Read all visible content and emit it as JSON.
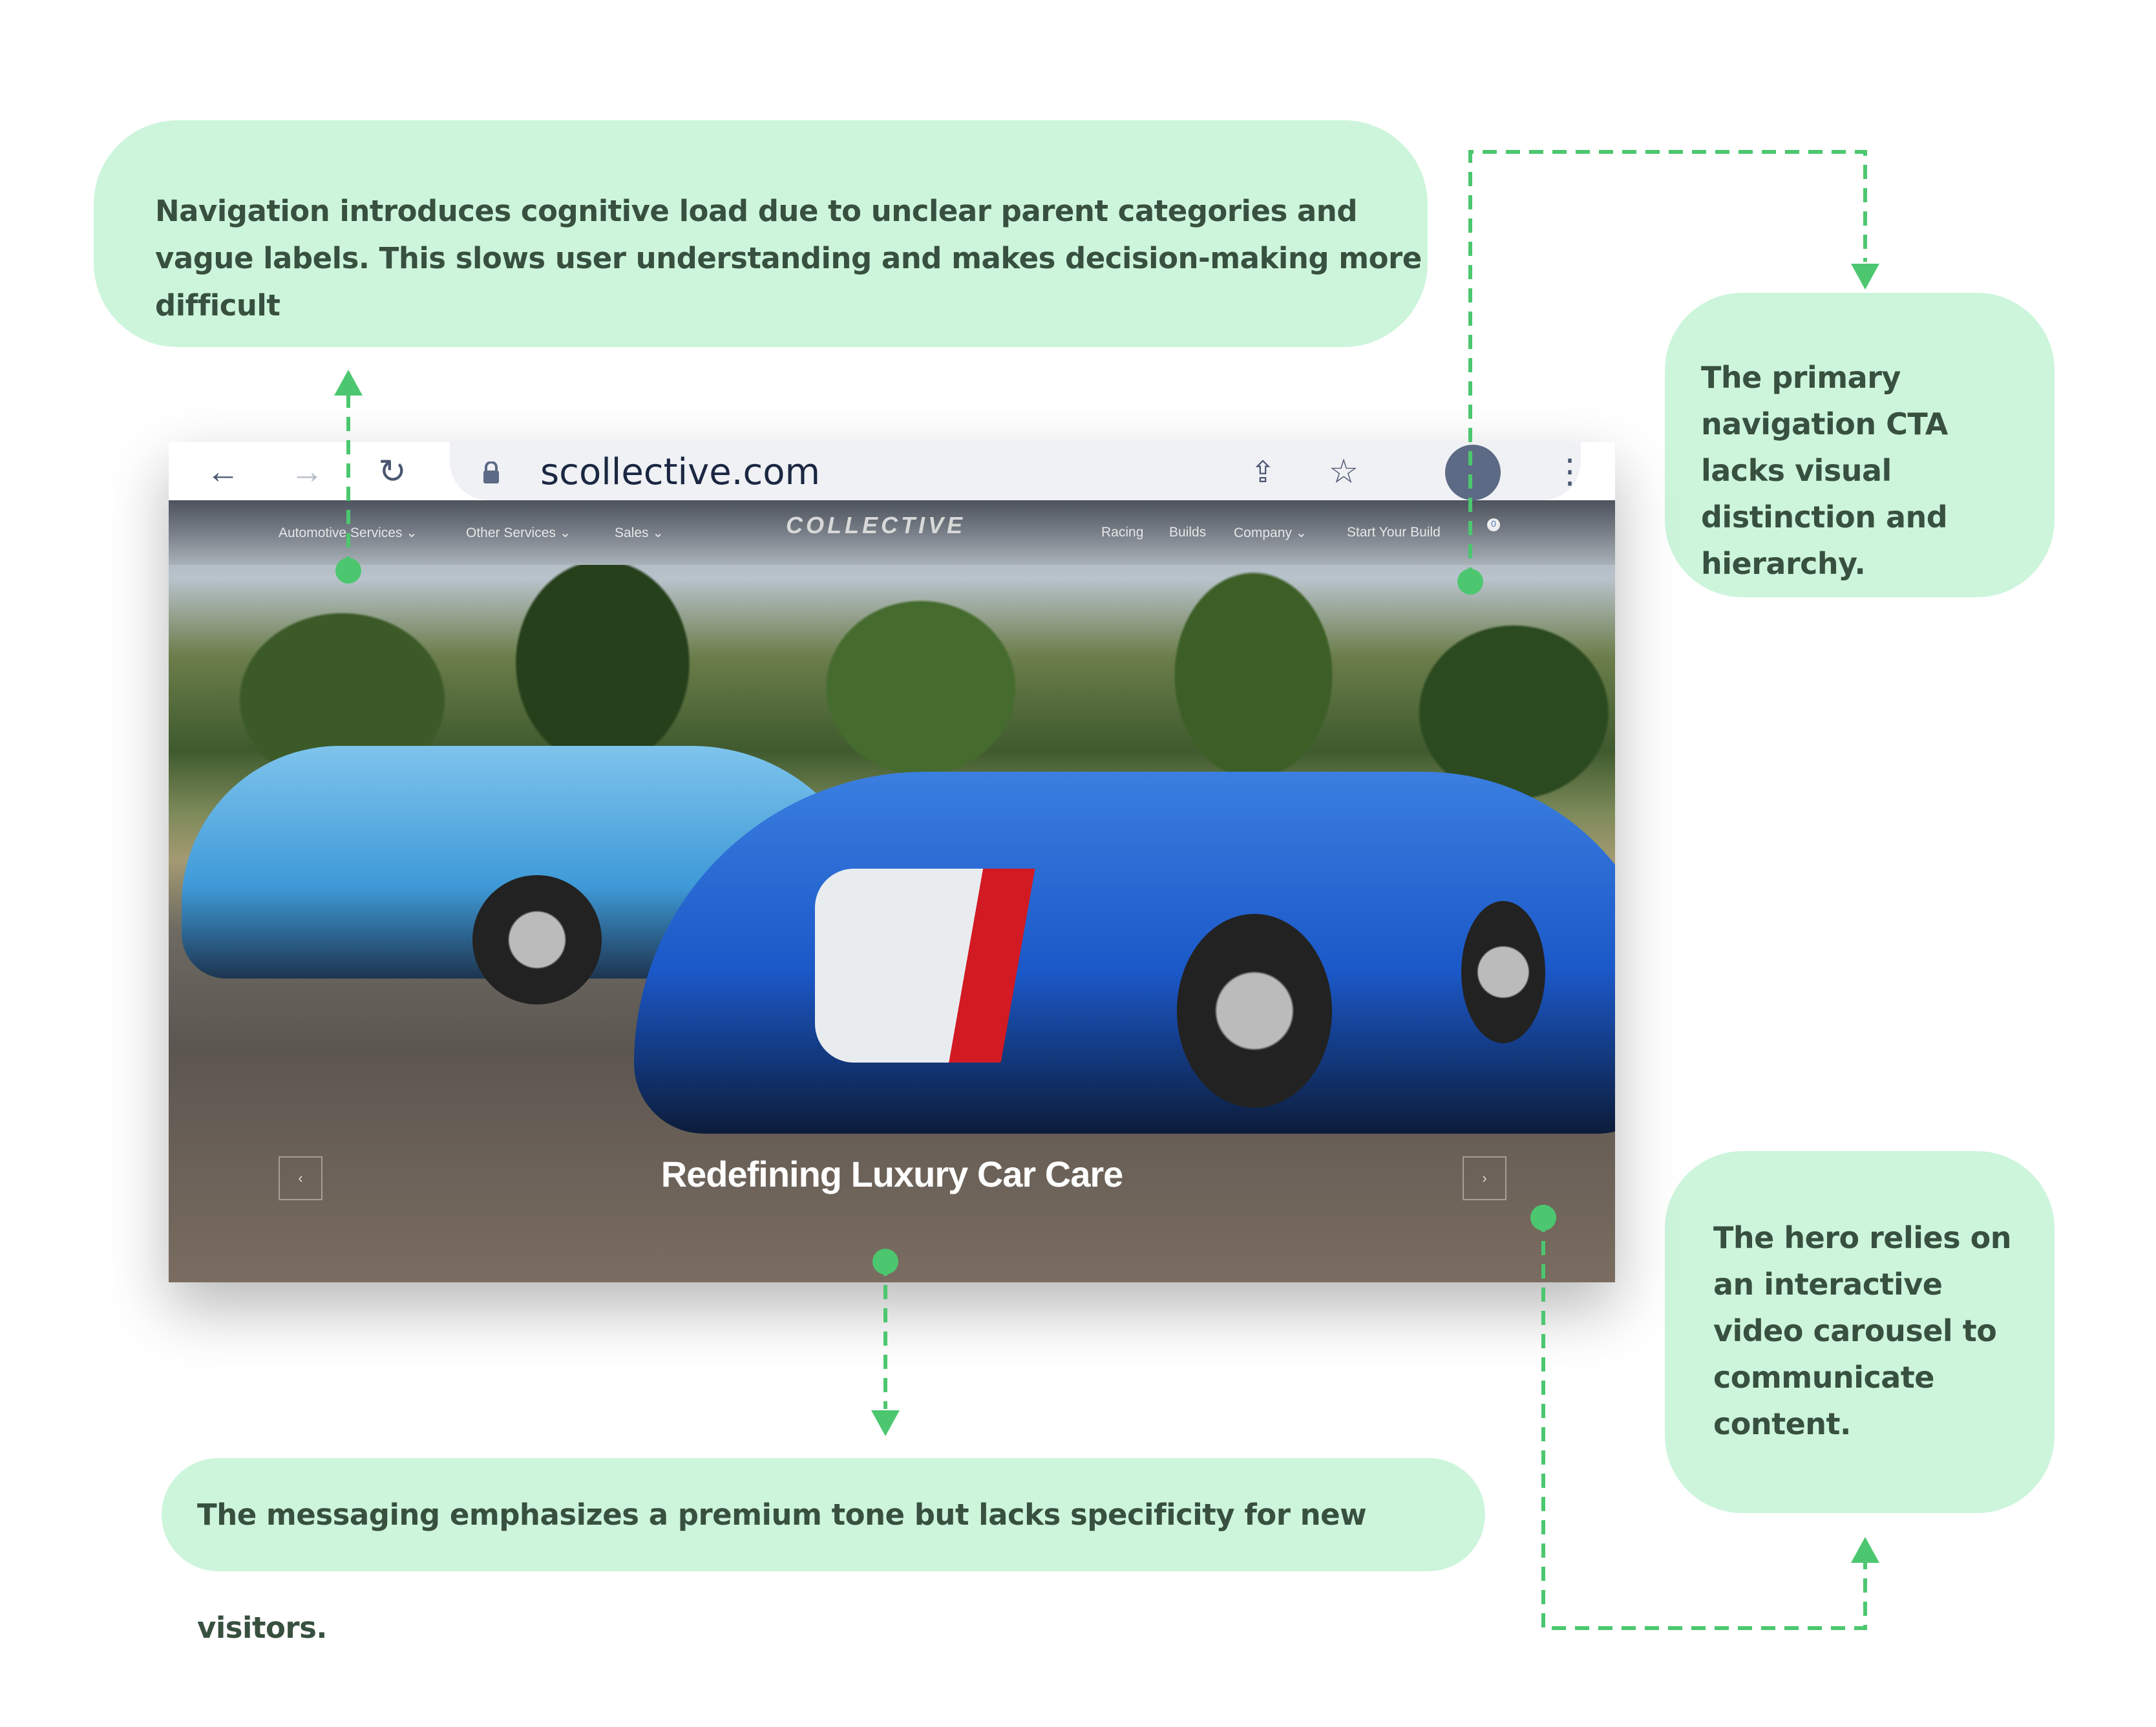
{
  "callouts": {
    "navigation": "Navigation introduces cognitive load due to unclear parent categories and vague labels. This slows user understanding and makes decision-making more difficult",
    "cta": "The primary navigation CTA lacks visual distinction and hierarchy.",
    "carousel": "The hero relies on an interactive video carousel to communicate content.",
    "messaging": "The messaging emphasizes a premium tone but lacks specificity for new visitors."
  },
  "browser": {
    "url": "scollective.com",
    "icons": [
      "back-arrow-icon",
      "forward-arrow-icon",
      "reload-icon",
      "lock-icon",
      "share-icon",
      "star-icon",
      "profile-icon",
      "more-vert-icon"
    ]
  },
  "site": {
    "logo": "COLLECTIVE",
    "nav_left": [
      "Automotive Services ⌄",
      "Other Services ⌄",
      "Sales ⌄"
    ],
    "nav_right": [
      "Racing",
      "Builds",
      "Company ⌄",
      "Start Your Build"
    ],
    "cart_count": "0",
    "hero_title": "Redefining Luxury Car Care",
    "prev": "‹",
    "next": "›"
  },
  "colors": {
    "callout_bg": "#cdf5dc",
    "callout_text": "#38503f",
    "connector": "#4cc76f"
  }
}
